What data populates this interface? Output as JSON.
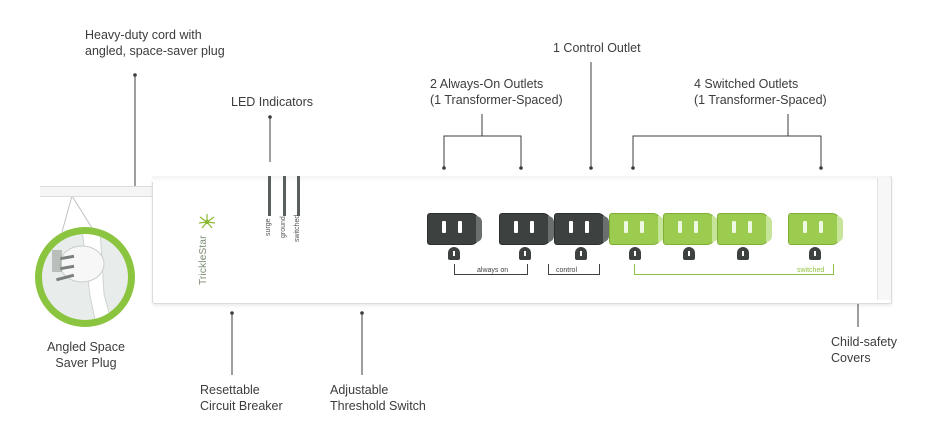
{
  "callouts": {
    "cord": [
      "Heavy-duty cord with",
      "angled, space-saver plug"
    ],
    "led": [
      "LED Indicators"
    ],
    "control": [
      "1 Control Outlet"
    ],
    "always_on": [
      "2 Always-On Outlets",
      "(1 Transformer-Spaced)"
    ],
    "switched": [
      "4 Switched Outlets",
      "(1 Transformer-Spaced)"
    ],
    "plug": [
      "Angled Space",
      "Saver Plug"
    ],
    "breaker": [
      "Resettable",
      "Circuit Breaker"
    ],
    "threshold": [
      "Adjustable",
      "Threshold Switch"
    ],
    "covers": [
      "Child-safety",
      "Covers"
    ]
  },
  "strip": {
    "brand": "TrickleStar",
    "led_labels": [
      "surge",
      "ground",
      "switched"
    ],
    "group_labels": {
      "always_on": "always on",
      "control": "control",
      "switched": "switched"
    }
  },
  "colors": {
    "accent": "#8ec33f",
    "dark_outlet": "#3d4240",
    "green_outlet": "#9ccc4f"
  }
}
